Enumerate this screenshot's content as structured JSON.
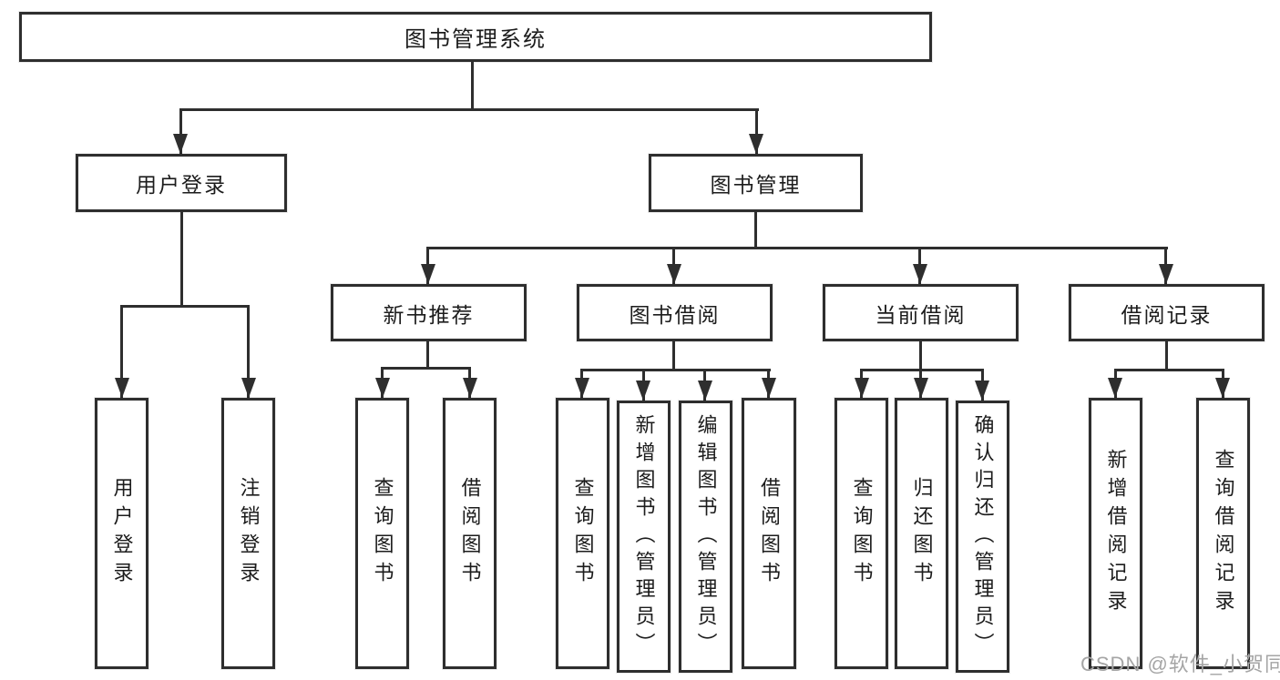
{
  "diagram": {
    "title_node": {
      "label": "图书管理系统"
    },
    "level2": [
      {
        "id": "user-login",
        "label": "用户登录",
        "parent": "图书管理系统"
      },
      {
        "id": "book-management",
        "label": "图书管理",
        "parent": "图书管理系统"
      }
    ],
    "level3": [
      {
        "id": "new-book-recommendation",
        "label": "新书推荐",
        "parent": "图书管理"
      },
      {
        "id": "book-borrowing",
        "label": "图书借阅",
        "parent": "图书管理"
      },
      {
        "id": "current-borrowing",
        "label": "当前借阅",
        "parent": "图书管理"
      },
      {
        "id": "borrowing-records",
        "label": "借阅记录",
        "parent": "图书管理"
      }
    ],
    "level4": [
      {
        "label": "用户登录",
        "parent": "用户登录"
      },
      {
        "label": "注销登录",
        "parent": "用户登录"
      },
      {
        "label": "查询图书",
        "parent": "新书推荐"
      },
      {
        "label": "借阅图书",
        "parent": "新书推荐"
      },
      {
        "label": "查询图书",
        "parent": "图书借阅"
      },
      {
        "label": "新增图书（管理员）",
        "parent": "图书借阅"
      },
      {
        "label": "编辑图书（管理员）",
        "parent": "图书借阅"
      },
      {
        "label": "借阅图书",
        "parent": "图书借阅"
      },
      {
        "label": "查询图书",
        "parent": "当前借阅"
      },
      {
        "label": "归还图书",
        "parent": "当前借阅"
      },
      {
        "label": "确认归还（管理员）",
        "parent": "当前借阅"
      },
      {
        "label": "新增借阅记录",
        "parent": "借阅记录"
      },
      {
        "label": "查询借阅记录",
        "parent": "借阅记录"
      }
    ],
    "colors": {
      "line": "#2e2e2e",
      "box_background": "#ffffff",
      "text": "#1c1c1c",
      "watermark": "#a5a5a5"
    }
  },
  "watermark": {
    "text": "CSDN @软件_小贺同学"
  }
}
